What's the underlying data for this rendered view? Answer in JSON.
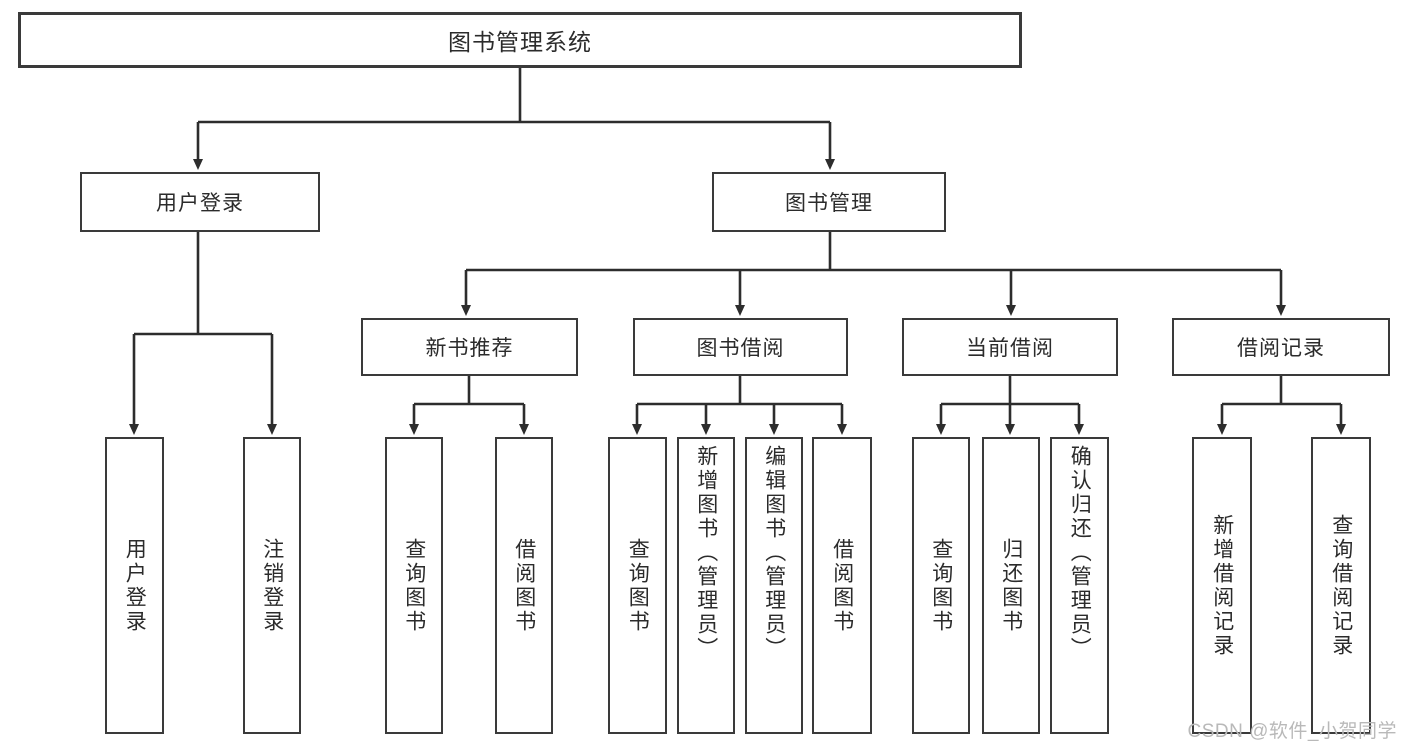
{
  "diagram": {
    "type": "tree",
    "title": "图书管理系统",
    "orientation": "top-down",
    "colors": {
      "box_border": "#3a3a3a",
      "box_fill": "#ffffff",
      "connector": "#2d2d2d",
      "text": "#2b2b2b",
      "watermark": "#b9b9b9"
    }
  },
  "root": {
    "label": "图书管理系统"
  },
  "level1": [
    {
      "label": "用户登录"
    },
    {
      "label": "图书管理"
    }
  ],
  "level2": [
    {
      "label": "新书推荐"
    },
    {
      "label": "图书借阅"
    },
    {
      "label": "当前借阅"
    },
    {
      "label": "借阅记录"
    }
  ],
  "leaves": {
    "user_login": [
      {
        "label": "用户登录"
      },
      {
        "label": "注销登录"
      }
    ],
    "new_book_recommend": [
      {
        "label": "查询图书"
      },
      {
        "label": "借阅图书"
      }
    ],
    "book_borrow": [
      {
        "label": "查询图书"
      },
      {
        "label": "新增图书（管理员）"
      },
      {
        "label": "编辑图书（管理员）"
      },
      {
        "label": "借阅图书"
      }
    ],
    "current_borrow": [
      {
        "label": "查询图书"
      },
      {
        "label": "归还图书"
      },
      {
        "label": "确认归还（管理员）"
      }
    ],
    "borrow_record": [
      {
        "label": "新增借阅记录"
      },
      {
        "label": "查询借阅记录"
      }
    ]
  },
  "watermark": {
    "text": "CSDN @软件_小贺同学"
  }
}
